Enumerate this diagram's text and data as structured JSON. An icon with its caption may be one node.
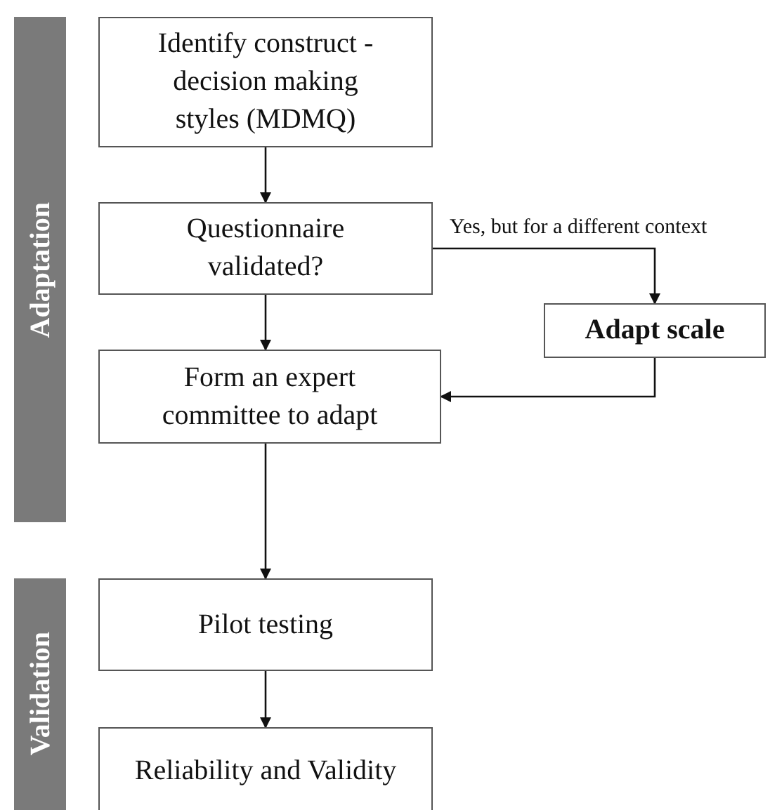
{
  "diagram": {
    "nodes": [
      {
        "text": [
          "Adaptation"
        ]
      },
      {
        "text": [
          "Identify construct - decision making styles (MDMQ)"
        ]
      },
      {
        "text": [
          "Questionnaire validated?"
        ]
      },
      {
        "text": [
          "Adapt scale"
        ]
      },
      {
        "text": [
          "Form an expert committee to adapt"
        ]
      },
      {
        "text": [
          "Validation"
        ]
      },
      {
        "text": [
          "Pilot testing"
        ]
      },
      {
        "text": [
          "Reliability and Validity"
        ]
      }
    ],
    "edges": [
      {
        "from": 1,
        "to": 2,
        "arrow": "to"
      },
      {
        "from": 2,
        "to": 4,
        "arrow": "to"
      },
      {
        "from": 2,
        "to": 3,
        "arrow": "to",
        "label": "Yes, but for a different context"
      },
      {
        "from": 3,
        "to": 4,
        "arrow": "to"
      },
      {
        "from": 4,
        "to": 6,
        "arrow": "to"
      },
      {
        "from": 6,
        "to": 7,
        "arrow": "to"
      }
    ]
  }
}
